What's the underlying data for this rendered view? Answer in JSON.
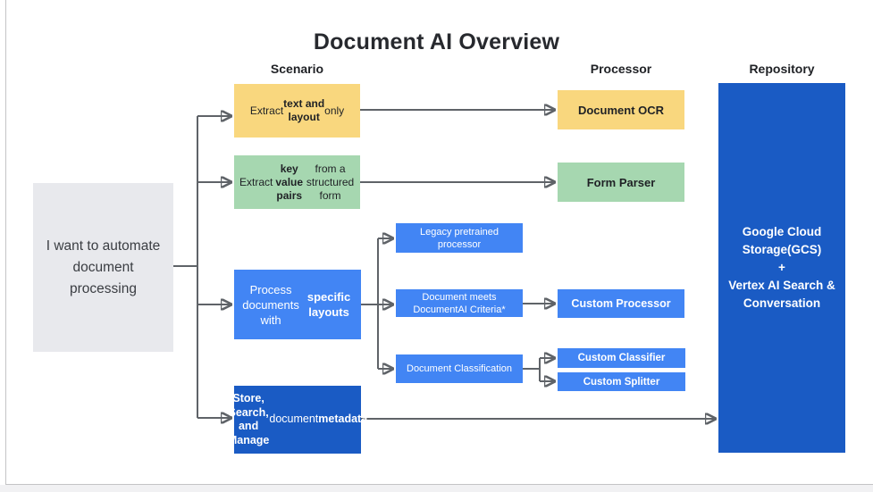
{
  "title": "Document AI Overview",
  "column_headers": {
    "scenario": "Scenario",
    "processor": "Processor",
    "repository": "Repository"
  },
  "nodes": {
    "start": {
      "label": "I want to automate\ndocument\nprocessing"
    },
    "extract_text_layout": {
      "segments": [
        {
          "t": "Extract "
        },
        {
          "t": "text and\nlayout",
          "b": true
        },
        {
          "t": " only"
        }
      ]
    },
    "extract_key_value": {
      "segments": [
        {
          "t": "Extract "
        },
        {
          "t": "key value\npairs",
          "b": true
        },
        {
          "t": " from a\nstructured form"
        }
      ]
    },
    "process_specific_layouts": {
      "segments": [
        {
          "t": "Process documents\nwith "
        },
        {
          "t": "specific layouts",
          "b": true
        }
      ]
    },
    "store_search_manage": {
      "segments": [
        {
          "t": "Store, Search, and\nManage",
          "b": true
        },
        {
          "t": " document\n"
        },
        {
          "t": "metadata",
          "b": true
        }
      ]
    },
    "document_ocr": {
      "label": "Document OCR"
    },
    "form_parser": {
      "label": "Form Parser"
    },
    "legacy_pretrained": {
      "label": "Legacy pretrained\nprocessor"
    },
    "document_meets_criteria": {
      "label": "Document meets\nDocumentAI Criteria*"
    },
    "document_classification": {
      "label": "Document Classification"
    },
    "custom_processor": {
      "label": "Custom Processor"
    },
    "custom_classifier": {
      "label": "Custom Classifier"
    },
    "custom_splitter": {
      "label": "Custom Splitter"
    },
    "repository": {
      "label": "Google Cloud\nStorage(GCS)\n+\nVertex AI Search &\nConversation"
    }
  },
  "colors": {
    "yellow": "#F9D77E",
    "green": "#A6D7B0",
    "blue": "#4285F4",
    "dark_blue": "#1A5BC4",
    "gray_box": "#E8E9ED",
    "connector": "#5F6368",
    "text_dark": "#202124",
    "text_light": "#FFFFFF"
  }
}
